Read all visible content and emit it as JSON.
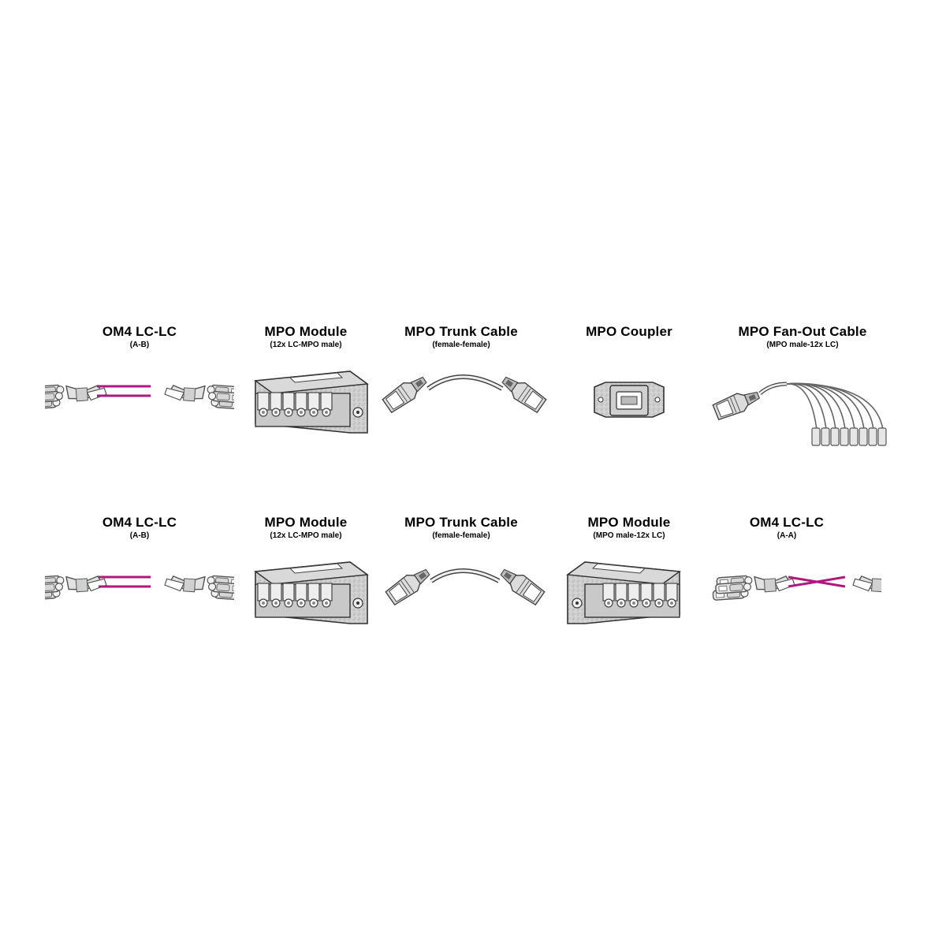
{
  "accent_color": "#b0177f",
  "rows": [
    {
      "items": [
        {
          "title": "OM4 LC-LC",
          "subtitle": "(A-B)",
          "icon": "lc-duplex-patch-cable-straight-icon"
        },
        {
          "title": "MPO Module",
          "subtitle": "(12x LC-MPO male)",
          "icon": "mpo-module-icon"
        },
        {
          "title": "MPO Trunk Cable",
          "subtitle": "(female-female)",
          "icon": "mpo-trunk-cable-icon"
        },
        {
          "title": "MPO Coupler",
          "subtitle": "",
          "icon": "mpo-coupler-icon"
        },
        {
          "title": "MPO Fan-Out Cable",
          "subtitle": "(MPO male-12x LC)",
          "icon": "mpo-fanout-cable-icon"
        }
      ]
    },
    {
      "items": [
        {
          "title": "OM4 LC-LC",
          "subtitle": "(A-B)",
          "icon": "lc-duplex-patch-cable-straight-icon"
        },
        {
          "title": "MPO Module",
          "subtitle": "(12x LC-MPO male)",
          "icon": "mpo-module-icon"
        },
        {
          "title": "MPO Trunk Cable",
          "subtitle": "(female-female)",
          "icon": "mpo-trunk-cable-icon"
        },
        {
          "title": "MPO Module",
          "subtitle": "(MPO male-12x LC)",
          "icon": "mpo-module-reversed-icon"
        },
        {
          "title": "OM4 LC-LC",
          "subtitle": "(A-A)",
          "icon": "lc-duplex-patch-cable-crossed-icon"
        }
      ]
    }
  ]
}
